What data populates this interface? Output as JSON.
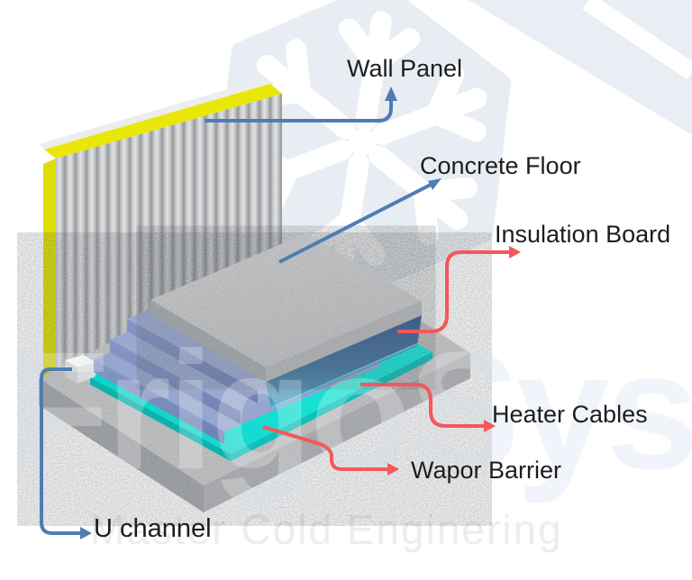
{
  "diagram": {
    "type": "cold-room-floor-construction",
    "labels": {
      "wall_panel": "Wall Panel",
      "concrete_floor": "Concrete Floor",
      "insulation_board": "Insulation Board",
      "heater_cables": "Heater Cables",
      "vapor_barrier": "Wapor Barrier",
      "u_channel": "U channel"
    },
    "watermark": {
      "brand": "FrigoSys",
      "tagline": "Master Cold Enginering",
      "logo": "snowflake-hexagon-icon"
    },
    "colors": {
      "callout_blue": "#4e7db3",
      "callout_red": "#f4575c",
      "panel_yellow": "#e6e307",
      "vapor_barrier_cyan": "#14dfd6",
      "insulation_blue": "#97a6ce",
      "insulation_side_navy": "#46779f",
      "concrete_gray": "#c7c9cb",
      "watermark_tint": "#e9eef4",
      "label_text": "#1d1d1f"
    }
  }
}
